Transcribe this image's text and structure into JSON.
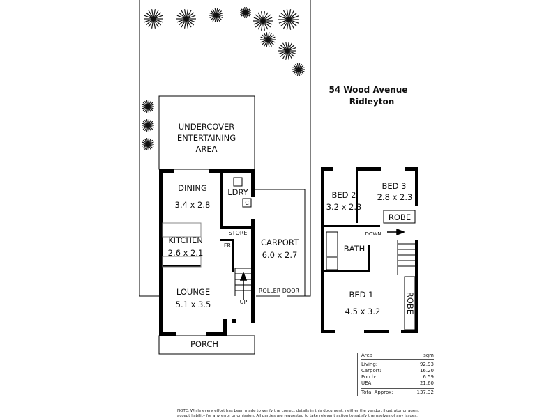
{
  "address": {
    "line1": "54 Wood Avenue",
    "line2": "Ridleyton"
  },
  "ground_floor": {
    "uea": [
      "UNDERCOVER",
      "ENTERTAINING",
      "AREA"
    ],
    "dining": {
      "name": "DINING",
      "size": "3.4 x 2.8"
    },
    "laundry": "LDRY",
    "cupboard": "C",
    "store": "STORE",
    "fridge": "FR",
    "kitchen": {
      "name": "KITCHEN",
      "size": "2.6 x 2.1"
    },
    "carport": {
      "name": "CARPORT",
      "size": "6.0 x 2.7"
    },
    "roller_door": "ROLLER DOOR",
    "lounge": {
      "name": "LOUNGE",
      "size": "5.1 x 3.5"
    },
    "stairs_up": "UP",
    "porch": "PORCH"
  },
  "upper_floor": {
    "bed2": {
      "name": "BED 2",
      "size": "3.2 x 2.3"
    },
    "bed3": {
      "name": "BED 3",
      "size": "2.8 x 2.3"
    },
    "robe3": "ROBE",
    "stairs_down": "DOWN",
    "bath": "BATH",
    "bed1": {
      "name": "BED 1",
      "size": "4.5 x 3.2"
    },
    "robe1": "ROBE"
  },
  "area_table": {
    "header": {
      "label": "Area",
      "unit": "sqm"
    },
    "rows": [
      {
        "label": "Living:",
        "value": "92.93"
      },
      {
        "label": "Carport:",
        "value": "16.20"
      },
      {
        "label": "Porch:",
        "value": "6.59"
      },
      {
        "label": "UEA:",
        "value": "21.60"
      }
    ],
    "total": {
      "label": "Total Approx:",
      "value": "137.32"
    }
  },
  "note": "NOTE: While every effort has been made to verify the correct details in this document, neither the vendor, illustrator or agent accept liability for any error or omission. All parties are requested to take relevant action to satisfy themselves of any issues."
}
